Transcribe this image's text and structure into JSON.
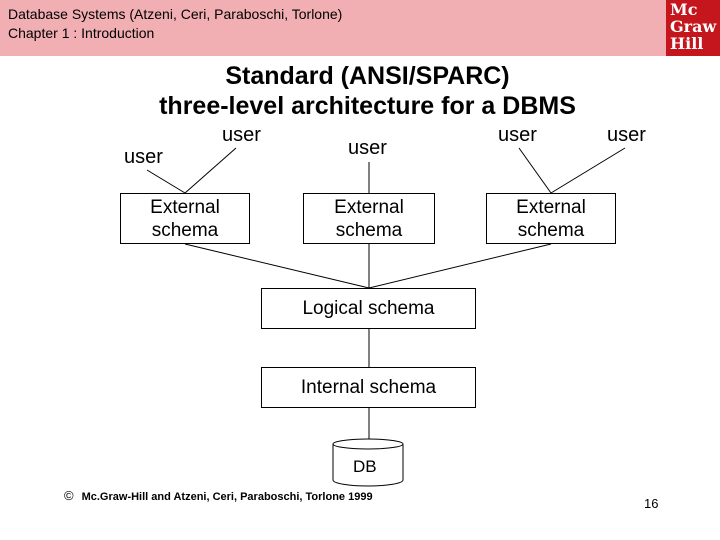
{
  "header": {
    "line1": "Database Systems (Atzeni, Ceri, Paraboschi, Torlone)",
    "line2": "Chapter 1 : Introduction",
    "background_color": "#f1aeb3",
    "logo": {
      "line1": "Mc",
      "line2": "Graw",
      "line3": "Hill",
      "color": "#c4161c"
    }
  },
  "title": {
    "line1": "Standard (ANSI/SPARC)",
    "line2": "three-level architecture for a DBMS"
  },
  "diagram": {
    "users": [
      "user",
      "user",
      "user",
      "user",
      "user"
    ],
    "external_schemas": [
      {
        "line1": "External",
        "line2": "schema"
      },
      {
        "line1": "External",
        "line2": "schema"
      },
      {
        "line1": "External",
        "line2": "schema"
      }
    ],
    "logical_schema": "Logical schema",
    "internal_schema": "Internal schema",
    "db": "DB"
  },
  "footer": {
    "copyright_symbol": "©",
    "copyright": "Mc.Graw-Hill and Atzeni, Ceri, Paraboschi, Torlone 1999",
    "page_number": "16"
  }
}
